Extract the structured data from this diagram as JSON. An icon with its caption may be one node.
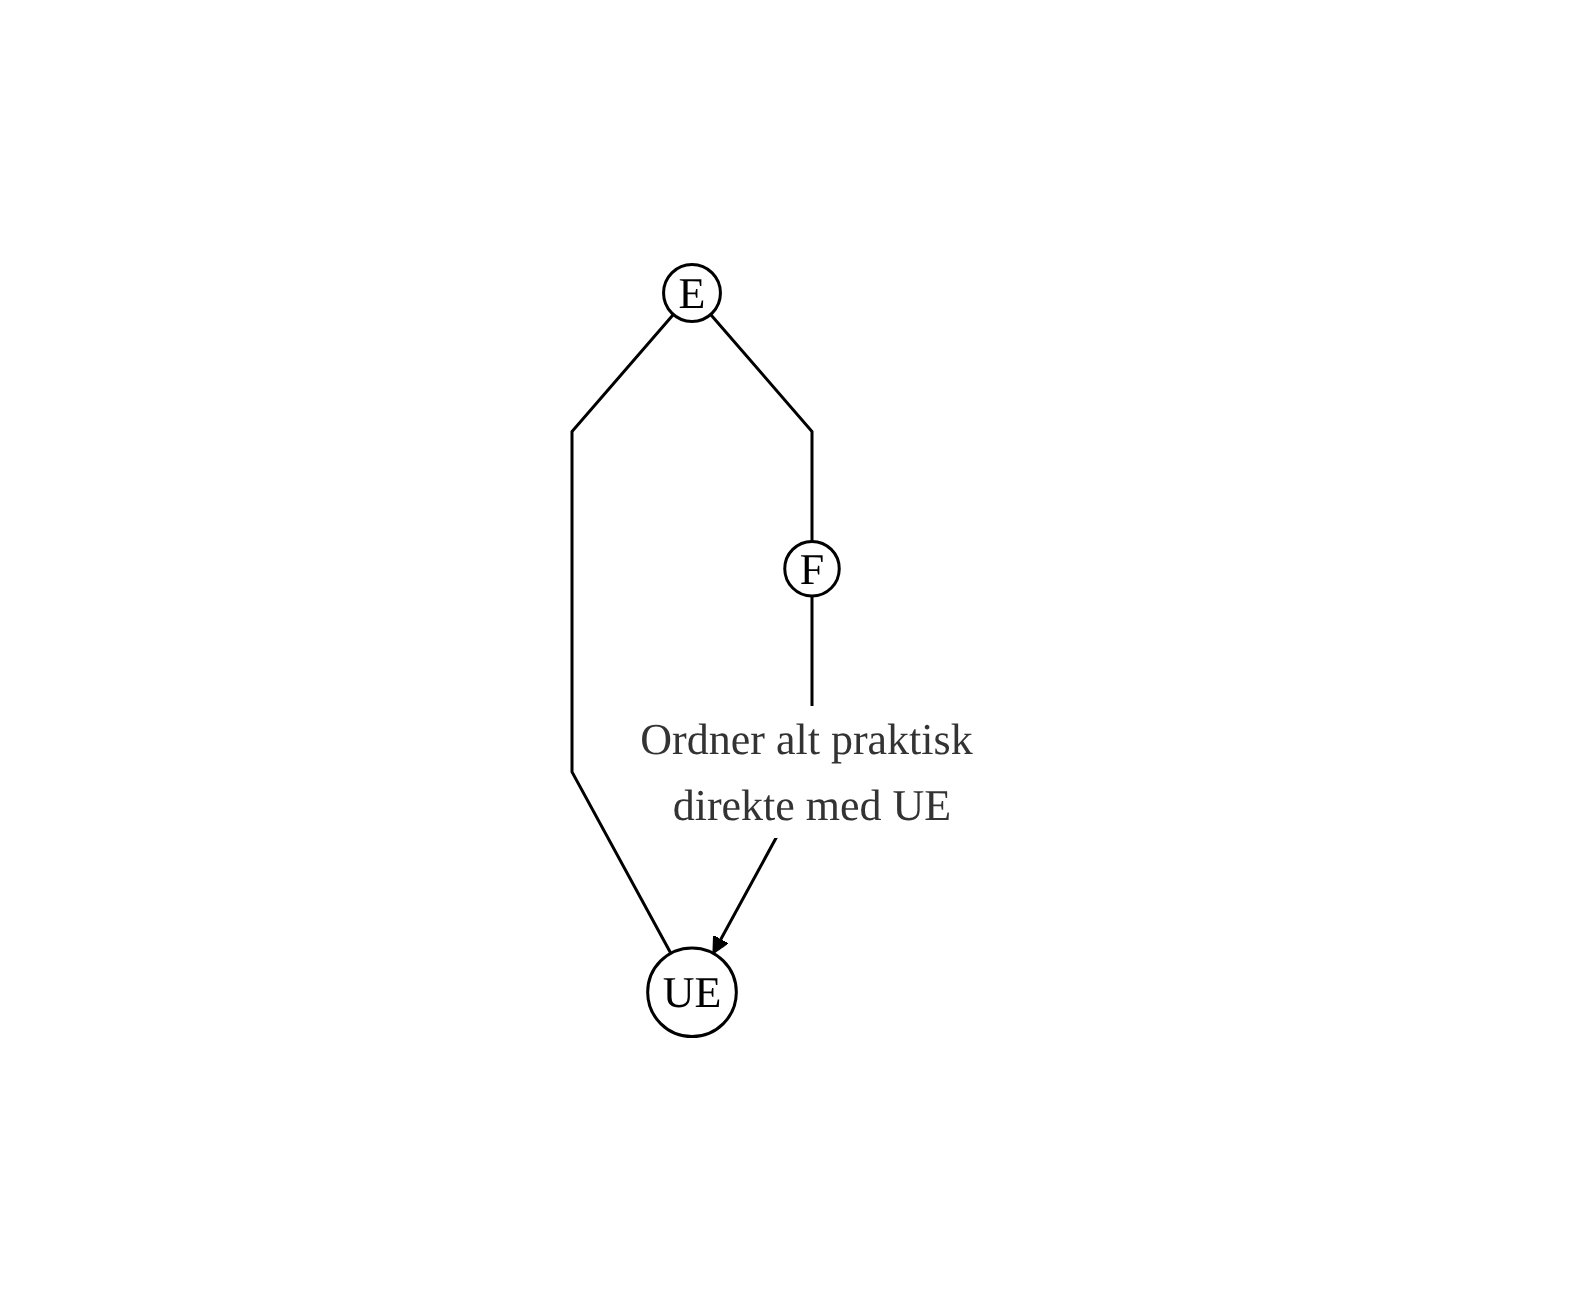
{
  "diagram": {
    "nodes": [
      {
        "text": [
          "E"
        ]
      },
      {
        "text": [
          "F"
        ]
      },
      {
        "text": [
          "UE"
        ]
      }
    ],
    "edges": [
      {
        "from": 0,
        "to": 1,
        "arrow": "none"
      },
      {
        "from": 0,
        "to": 2,
        "arrow": "none"
      },
      {
        "from": 1,
        "to": 2,
        "arrow": "to",
        "label": "Ordner alt praktisk direkte med UE"
      }
    ]
  }
}
